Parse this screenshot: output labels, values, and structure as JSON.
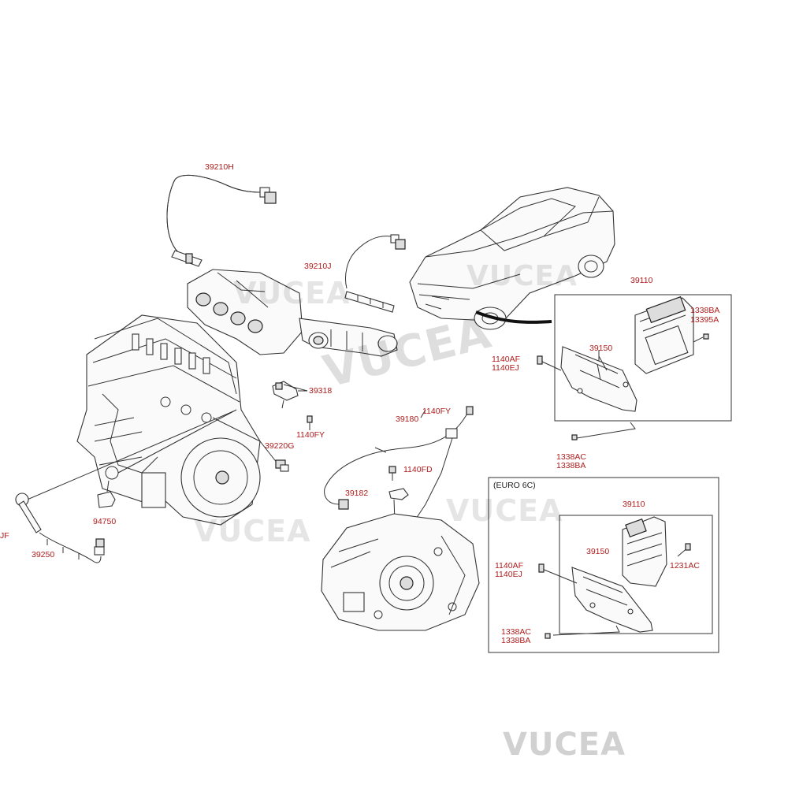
{
  "callouts": {
    "c39210H": "39210H",
    "c39210J": "39210J",
    "c39110": "39110",
    "c1338BA_top": "1338BA",
    "c13395A": "13395A",
    "c39150": "39150",
    "c1140AF": "1140AF",
    "c1140EJ": "1140EJ",
    "c39318": "39318",
    "c1140FY_a": "1140FY",
    "c39180": "39180",
    "c1140FY_b": "1140FY",
    "c39220G": "39220G",
    "c1338AC": "1338AC",
    "c1338BA": "1338BA",
    "c1140FD": "1140FD",
    "c39182": "39182",
    "c94750": "94750",
    "cJF": "JF",
    "c39250": "39250"
  },
  "euro_box": {
    "title": "(EURO 6C)",
    "c39110": "39110",
    "c39150": "39150",
    "c1140AF": "1140AF",
    "c1140EJ": "1140EJ",
    "c1231AC": "1231AC",
    "c1338AC": "1338AC",
    "c1338BA": "1338BA"
  },
  "watermarks": {
    "main": "VUCEA",
    "top_left": "VUCEA",
    "car": "VUCEA",
    "bottom_left": "VUCEA",
    "bottom_center": "VUCEA",
    "footer": "VUCEA"
  }
}
